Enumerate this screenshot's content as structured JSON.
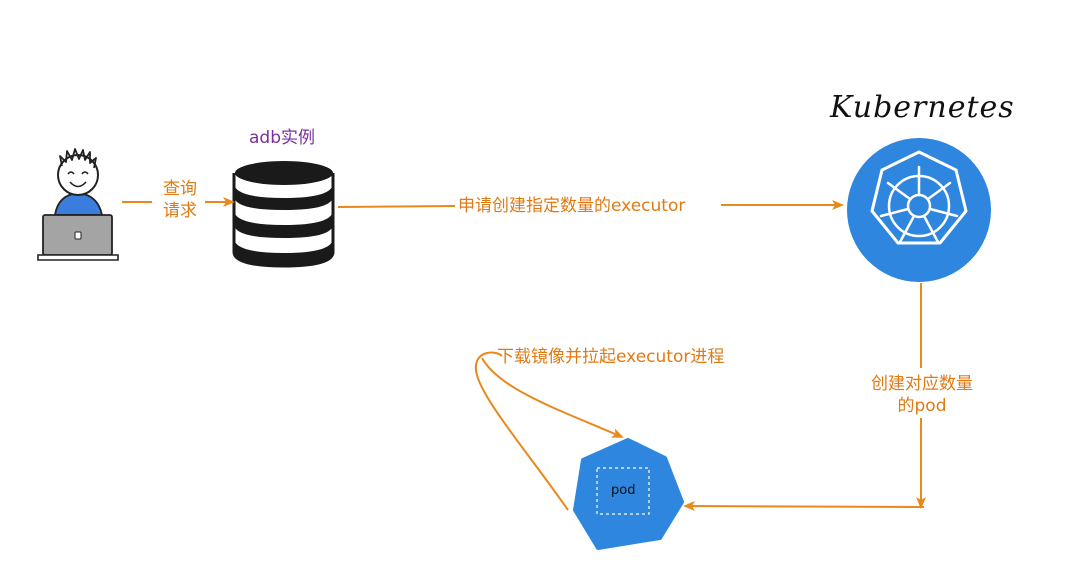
{
  "colors": {
    "arrow": "#e8891c",
    "label": "#e07a13",
    "blue": "#2e86de",
    "purple": "#7a2fa0",
    "ink": "#222222"
  },
  "labels": {
    "db_title": "adb实例",
    "query_line1": "查询",
    "query_line2": "请求",
    "request_executor": "申请创建指定数量的executor",
    "kubernetes": "Kubernetes",
    "create_pod_line1": "创建对应数量",
    "create_pod_line2": "的pod",
    "pull_image": "下载镜像并拉起executor进程",
    "pod": "pod"
  },
  "icons": {
    "user": "user-laptop-icon",
    "database": "database-icon",
    "kubernetes": "kubernetes-helm-icon",
    "pod": "pod-heptagon-icon"
  }
}
